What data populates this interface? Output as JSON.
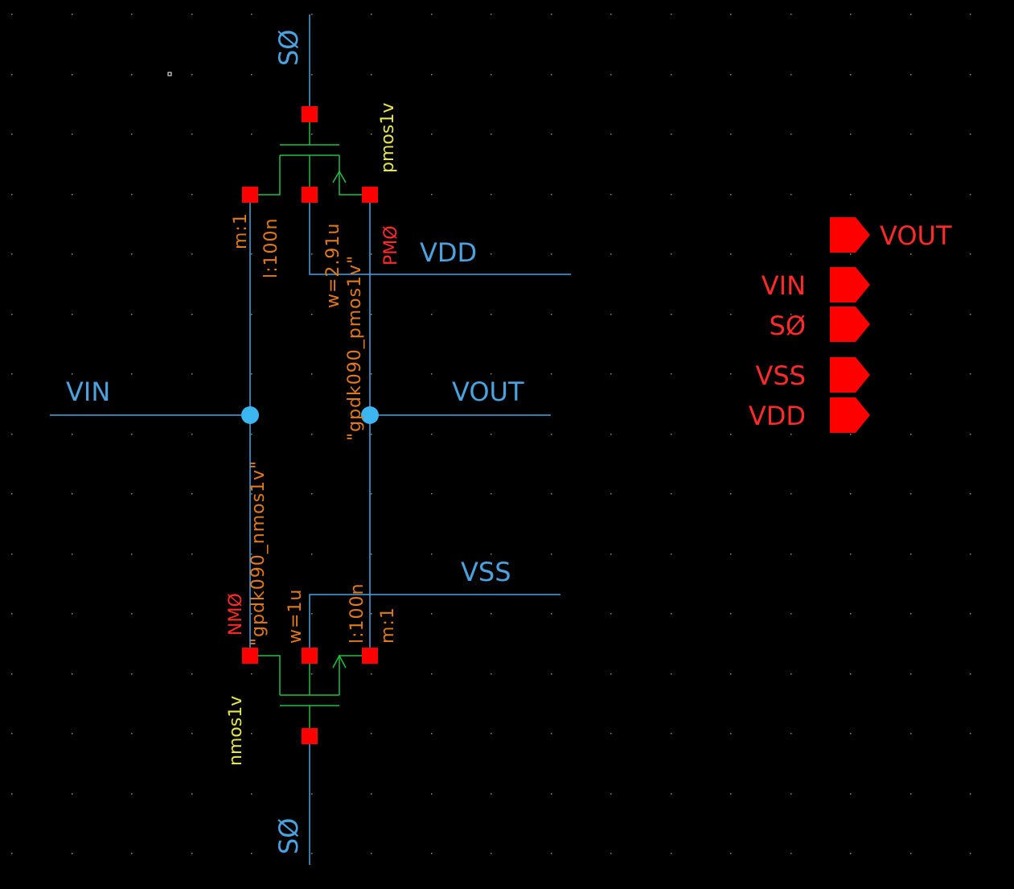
{
  "colors": {
    "background": "#000000",
    "wire": "#4aa3df",
    "device": "#1fbf3f",
    "pin_red": "#ff0000",
    "node_dot": "#3cb6f0",
    "prop_orange": "#e07a18",
    "yellow_text": "#e6e64a",
    "red_text": "#ff2a2a",
    "grid_dot": "#ffffff"
  },
  "nets": {
    "s0_top": "SØ",
    "s0_bottom": "SØ",
    "vdd": "VDD",
    "vss": "VSS",
    "vin": "VIN",
    "vout": "VOUT"
  },
  "pmos": {
    "cell": "pmos1v",
    "instance": "PMØ",
    "model": "\"gpdk090_pmos1v\"",
    "width": "w=2.91u",
    "length": "l:100n",
    "multiplier": "m:1"
  },
  "nmos": {
    "cell": "nmos1v",
    "instance": "NMØ",
    "model": "\"gpdk090_nmos1v\"",
    "width": "w=1u",
    "length": "l:100n",
    "multiplier": "m:1"
  },
  "pins": [
    {
      "name": "VOUT",
      "label_side": "right"
    },
    {
      "name": "VIN",
      "label_side": "left"
    },
    {
      "name": "SØ",
      "label_side": "left"
    },
    {
      "name": "VSS",
      "label_side": "left"
    },
    {
      "name": "VDD",
      "label_side": "left"
    }
  ]
}
